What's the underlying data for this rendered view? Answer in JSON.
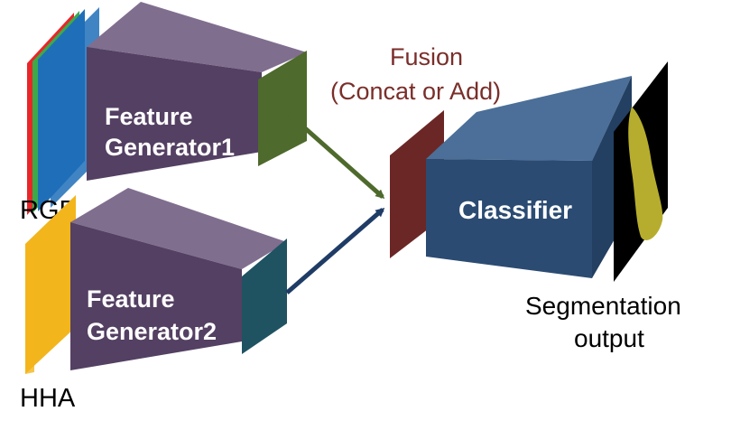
{
  "labels": {
    "rgb": "RGB",
    "hha": "HHA",
    "fg1_line1": "Feature",
    "fg1_line2": "Generator1",
    "fg2_line1": "Feature",
    "fg2_line2": "Generator2",
    "fusion_line1": "Fusion",
    "fusion_line2": "(Concat or Add)",
    "classifier": "Classifier",
    "seg_line1": "Segmentation",
    "seg_line2": "output"
  },
  "colors": {
    "rgb_red": "#e8262a",
    "rgb_green": "#3daa4a",
    "rgb_blue": "#1f6fb8",
    "hha": "#f2b51c",
    "generator_front": "#544063",
    "generator_top": "#806e8f",
    "generator_side": "#6a577b",
    "feature1": "#4e6a2c",
    "feature2": "#1f5362",
    "fusion_box": "#6b2725",
    "classifier_front": "#2b4b72",
    "classifier_top": "#4b6f98",
    "classifier_side": "#233f62",
    "arrow1": "#4e6a2c",
    "arrow2": "#1f3c66",
    "fusion_text": "#7a2e2a",
    "seg_mask": "#b6ad2e"
  }
}
